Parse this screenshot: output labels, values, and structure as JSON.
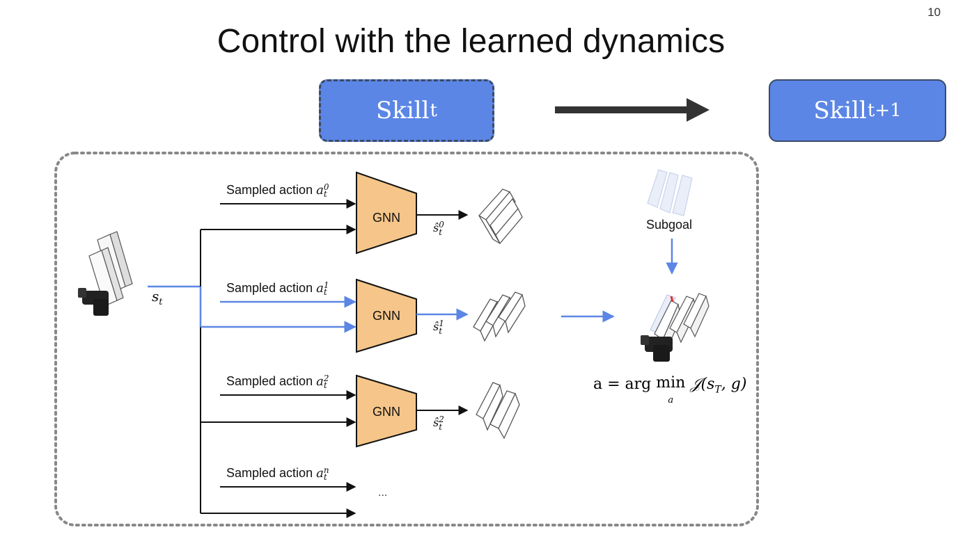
{
  "page_number": "10",
  "title": "Control with the learned dynamics",
  "skill_current": {
    "base": "Skill",
    "sub": "t"
  },
  "skill_next": {
    "base": "Skill",
    "sub": "t+1"
  },
  "state_label": {
    "base": "s",
    "sub": "t"
  },
  "actions": [
    {
      "prefix": "Sampled action",
      "var": "a",
      "sup": "0",
      "sub": "t"
    },
    {
      "prefix": "Sampled action",
      "var": "a",
      "sup": "1",
      "sub": "t"
    },
    {
      "prefix": "Sampled action",
      "var": "a",
      "sup": "2",
      "sub": "t"
    },
    {
      "prefix": "Sampled action",
      "var": "a",
      "sup": "n",
      "sub": "t"
    }
  ],
  "gnn_label": "GNN",
  "predictions": [
    {
      "base": "ŝ",
      "sup": "0",
      "sub": "t"
    },
    {
      "base": "ŝ",
      "sup": "1",
      "sub": "t"
    },
    {
      "base": "ŝ",
      "sup": "2",
      "sub": "t"
    }
  ],
  "ellipsis": "...",
  "subgoal_label": "Subgoal",
  "objective": {
    "lhs": "a = arg",
    "op": "min",
    "op_sub": "a",
    "rhs": "𝒥(s",
    "rhs_sub": "T",
    "rhs_end": ", g)"
  },
  "colors": {
    "skill_fill": "#5b86e5",
    "gnn_fill": "#f5c58a",
    "highlight_blue": "#5b86e5",
    "arrow_dark": "#333333",
    "border_gray": "#888888"
  }
}
